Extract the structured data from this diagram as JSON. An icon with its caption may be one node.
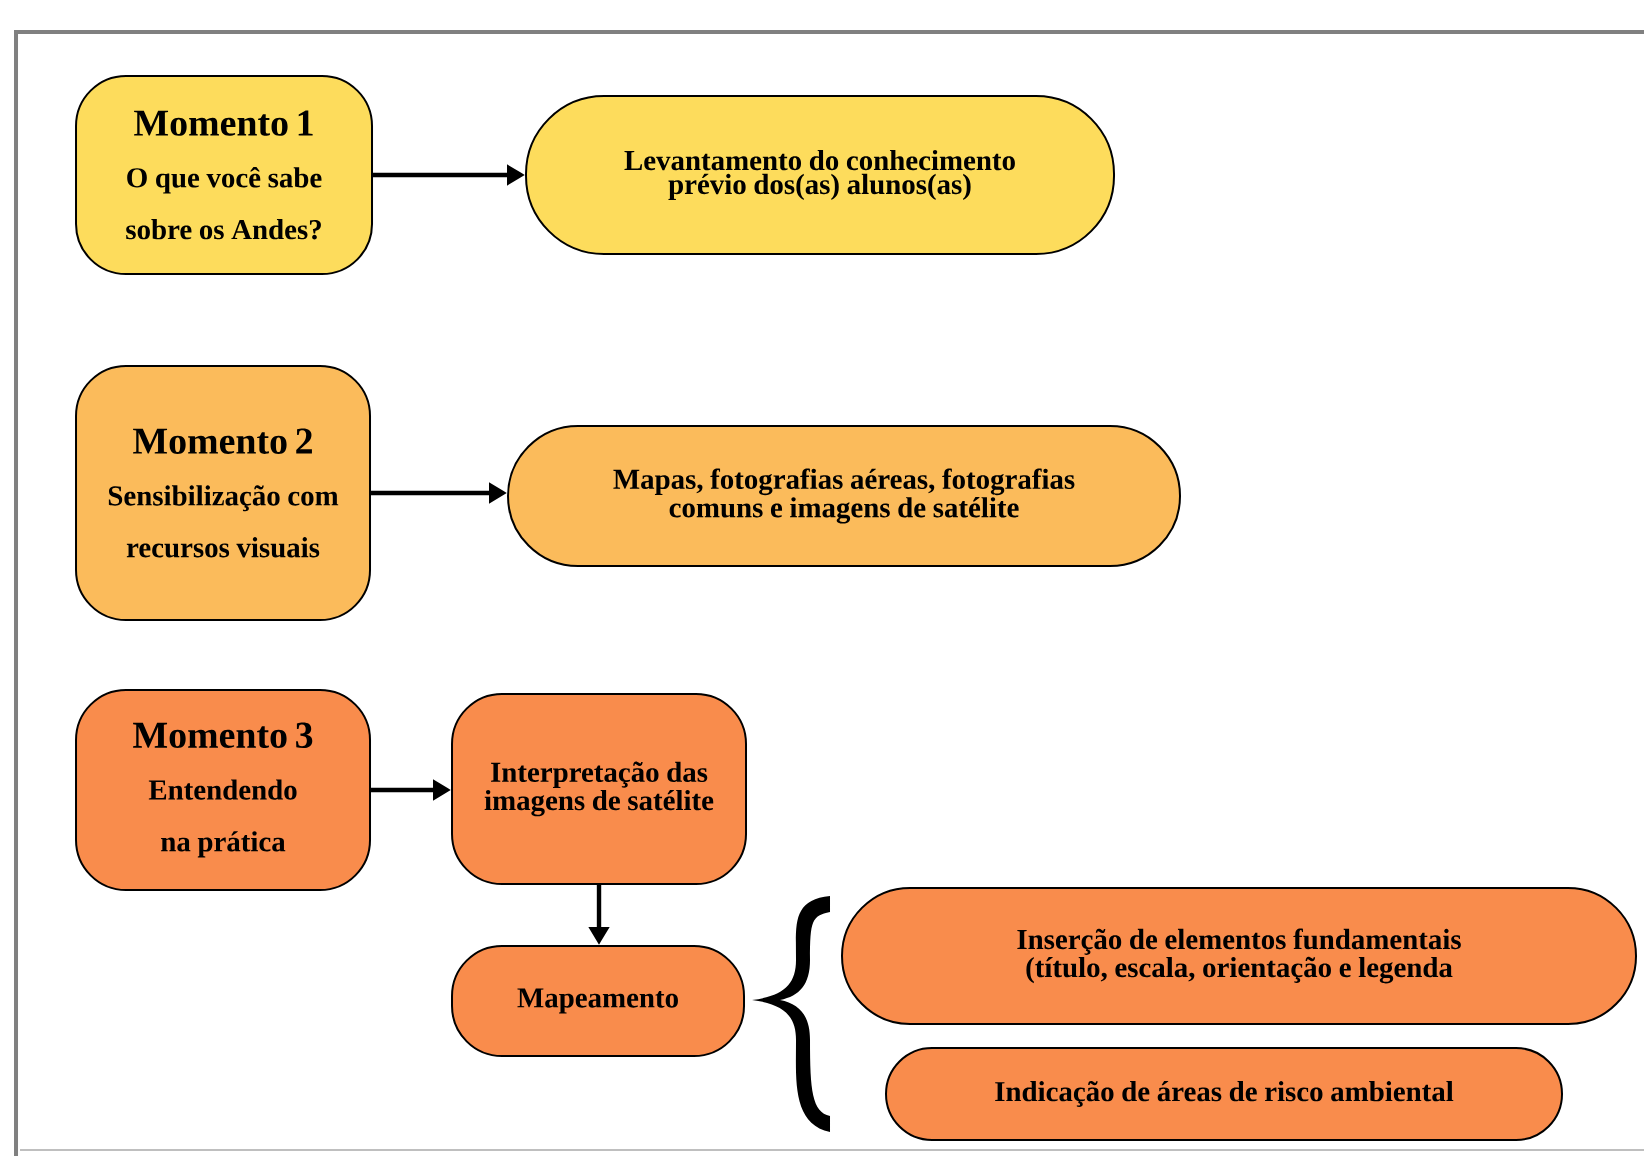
{
  "diagram": {
    "nodes": [
      {
        "text": [
          "Momento 1",
          "O que você sabe sobre os Andes?"
        ]
      },
      {
        "text": [
          "Levantamento do conhecimento prévio dos(as) alunos(as)"
        ]
      },
      {
        "text": [
          "Momento 2",
          "Sensibilização com recursos visuais"
        ]
      },
      {
        "text": [
          "Mapas, fotografias aéreas, fotografias comuns e imagens de satélite"
        ]
      },
      {
        "text": [
          "Momento 3",
          "Entendendo na prática"
        ]
      },
      {
        "text": [
          "Interpretação das imagens de satélite"
        ]
      },
      {
        "text": [
          "Mapeamento"
        ]
      },
      {
        "text": [
          "Inserção de elementos fundamentais (título, escala, orientação e legenda"
        ]
      },
      {
        "text": [
          "Indicação de áreas de risco ambiental"
        ]
      }
    ],
    "edges": [
      {
        "from": 0,
        "to": 1,
        "arrow": "to"
      },
      {
        "from": 2,
        "to": 3,
        "arrow": "to"
      },
      {
        "from": 4,
        "to": 5,
        "arrow": "to"
      },
      {
        "from": 5,
        "to": 6,
        "arrow": "to"
      }
    ]
  }
}
